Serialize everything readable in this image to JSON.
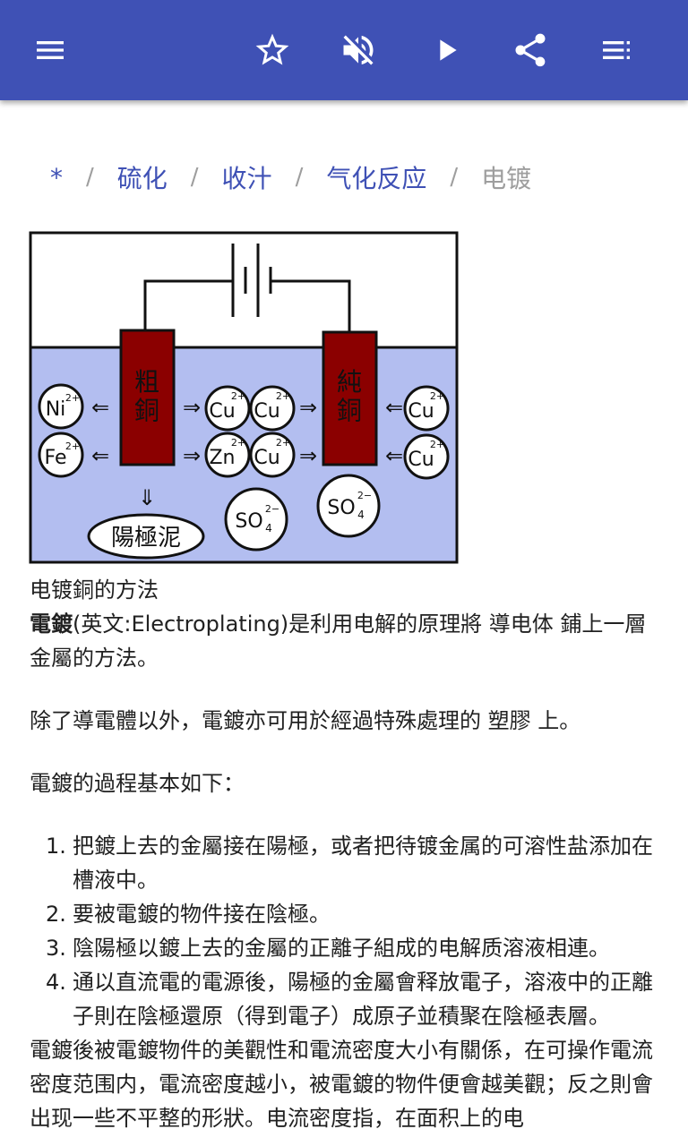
{
  "appbar": {
    "color": "#3f51b5",
    "icons": [
      "menu-icon",
      "star-icon",
      "volume-off-icon",
      "play-icon",
      "share-icon",
      "playlist-icon"
    ]
  },
  "breadcrumb": {
    "items": [
      {
        "label": "*",
        "type": "link"
      },
      {
        "label": "硫化",
        "type": "link"
      },
      {
        "label": "收汁",
        "type": "link"
      },
      {
        "label": "气化反应",
        "type": "link"
      },
      {
        "label": "电镀",
        "type": "current"
      }
    ],
    "separator": "/"
  },
  "figure": {
    "anode_label": "粗銅",
    "cathode_label": "純銅",
    "sludge_label": "陽極泥",
    "ions": {
      "ni": "Ni",
      "ni_charge": "2+",
      "fe": "Fe",
      "fe_charge": "2+",
      "cu": "Cu",
      "cu_charge": "2+",
      "zn": "Zn",
      "zn_charge": "2+",
      "so4": "SO",
      "so4_sub": "4",
      "so4_charge": "2−"
    },
    "arrows": {
      "left": "⇐",
      "right": "⇒",
      "down": "⇓"
    }
  },
  "article": {
    "caption": "电镀銅的方法",
    "intro_bold": "電鍍",
    "intro_rest": "(英文:Electroplating)是利用电解的原理將 導电体 鋪上一層金屬的方法。",
    "para2": "除了導電體以外，電鍍亦可用於經過特殊處理的 塑膠 上。",
    "para3": "電鍍的過程基本如下：",
    "steps": [
      {
        "num": "1.",
        "text": "把鍍上去的金屬接在陽極，或者把待镀金属的可溶性盐添加在槽液中。"
      },
      {
        "num": "2.",
        "text": "要被電鍍的物件接在陰極。"
      },
      {
        "num": "3.",
        "text": "陰陽極以鍍上去的金屬的正離子組成的电解质溶液相連。"
      },
      {
        "num": "4.",
        "text": "通以直流電的電源後，陽極的金屬會释放電子，溶液中的正離子則在陰極還原（得到電子）成原子並積聚在陰極表層。"
      }
    ],
    "para4": "電鍍後被電鍍物件的美觀性和電流密度大小有關係，在可操作電流密度范围内，電流密度越小，被電鍍的物件便會越美觀；反之則會出现一些不平整的形狀。电流密度指，在面积上的电"
  }
}
